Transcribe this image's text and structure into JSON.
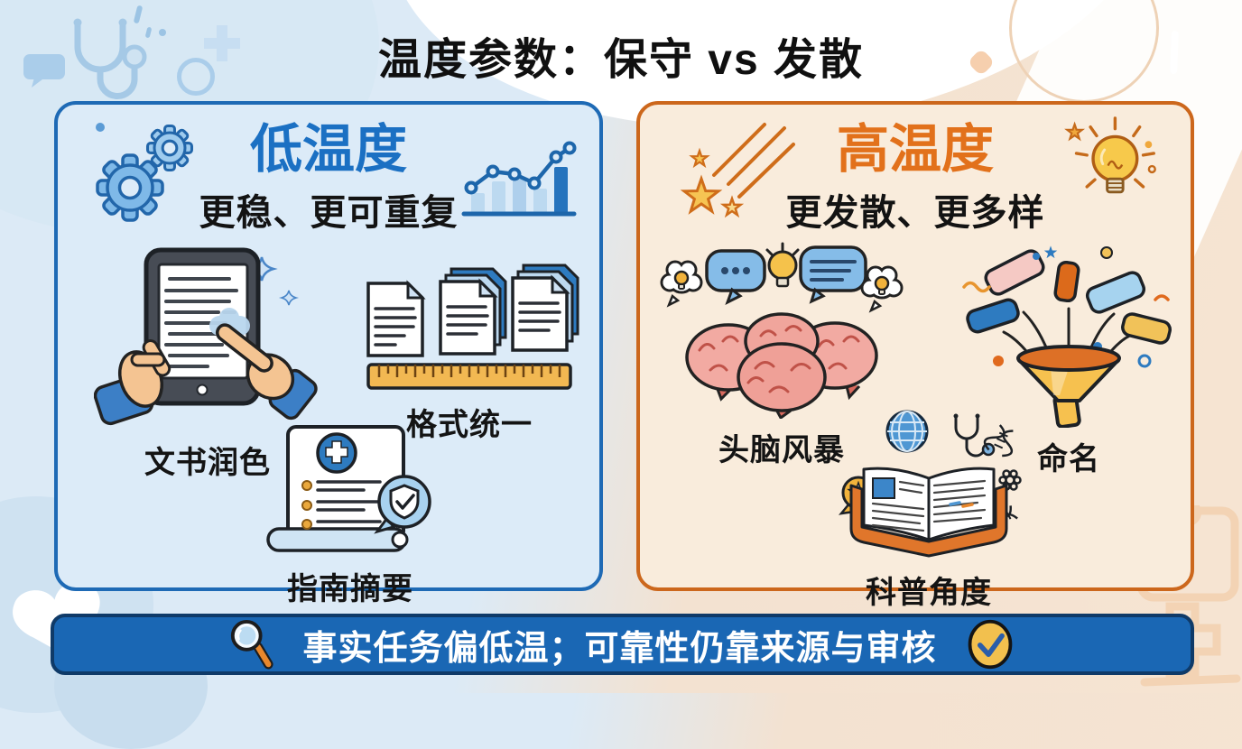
{
  "title": "温度参数：保守 vs 发散",
  "left_panel": {
    "title": "低温度",
    "subtitle": "更稳、更可重复",
    "accent_color": "#1b70c3",
    "background_color": "#dcebf8",
    "border_color": "#1e6ab5",
    "header_icons": [
      "gears-icon",
      "trend-chart-icon"
    ],
    "items": [
      {
        "label": "文书润色",
        "icon": "tablet-edit-illustration"
      },
      {
        "label": "格式统一",
        "icon": "documents-ruler-illustration"
      },
      {
        "label": "指南摘要",
        "icon": "guideline-scroll-illustration"
      }
    ]
  },
  "right_panel": {
    "title": "高温度",
    "subtitle": "更发散、更多样",
    "accent_color": "#e2711b",
    "background_color": "#f9ecdc",
    "border_color": "#cc671c",
    "header_icons": [
      "shooting-stars-icon",
      "lightbulb-icon"
    ],
    "items": [
      {
        "label": "头脑风暴",
        "icon": "brainstorm-illustration"
      },
      {
        "label": "命名",
        "icon": "funnel-illustration"
      },
      {
        "label": "科普角度",
        "icon": "science-book-illustration"
      }
    ]
  },
  "footer": {
    "text": "事实任务偏低温；可靠性仍靠来源与审核",
    "left_icon": "magnifier-icon",
    "right_icon": "check-badge-icon",
    "background_color": "#1a67b4",
    "text_color": "#ffffff"
  },
  "colors": {
    "title_text": "#101010",
    "low_accent": "#1b70c3",
    "high_accent": "#e2711b",
    "banner_blue": "#1a67b4",
    "banner_border": "#0f3a68",
    "bg_left": "#dceaf6",
    "bg_right": "#f6e4d2"
  }
}
